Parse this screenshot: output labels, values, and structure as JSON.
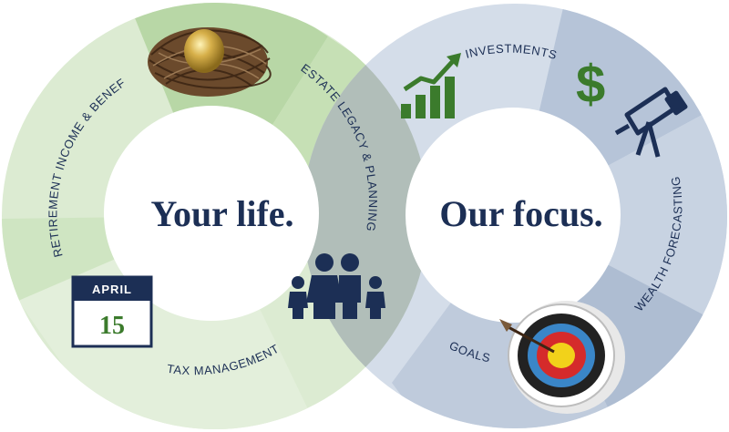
{
  "left_circle": {
    "center_text": "Your life.",
    "segments": {
      "retirement": "RETIREMENT INCOME & BENEFITS",
      "estate": "ESTATE LEGACY & PLANNING",
      "tax": "TAX MANAGEMENT"
    },
    "calendar": {
      "month": "APRIL",
      "day": "15"
    }
  },
  "right_circle": {
    "center_text": "Our focus.",
    "segments": {
      "investments": "INVESTMENTS",
      "forecasting": "WEALTH FORECASTING",
      "goals": "GOALS"
    }
  },
  "colors": {
    "left_ring_light": "#dcebd2",
    "left_ring_mid": "#b8d7a6",
    "left_ring_dark": "#9cc689",
    "right_ring_light": "#d4dde9",
    "right_ring_mid": "#b6c4d8",
    "right_ring_dark": "#9fb2cb",
    "overlap": "#aab9b0",
    "text_navy": "#1c2f55",
    "icon_green": "#3b7b2c",
    "icon_navy": "#1c2f55"
  },
  "icons": [
    "nest-egg",
    "growth-chart-icon",
    "dollar-icon",
    "telescope-icon",
    "family-icon",
    "calendar-icon",
    "target-icon"
  ]
}
